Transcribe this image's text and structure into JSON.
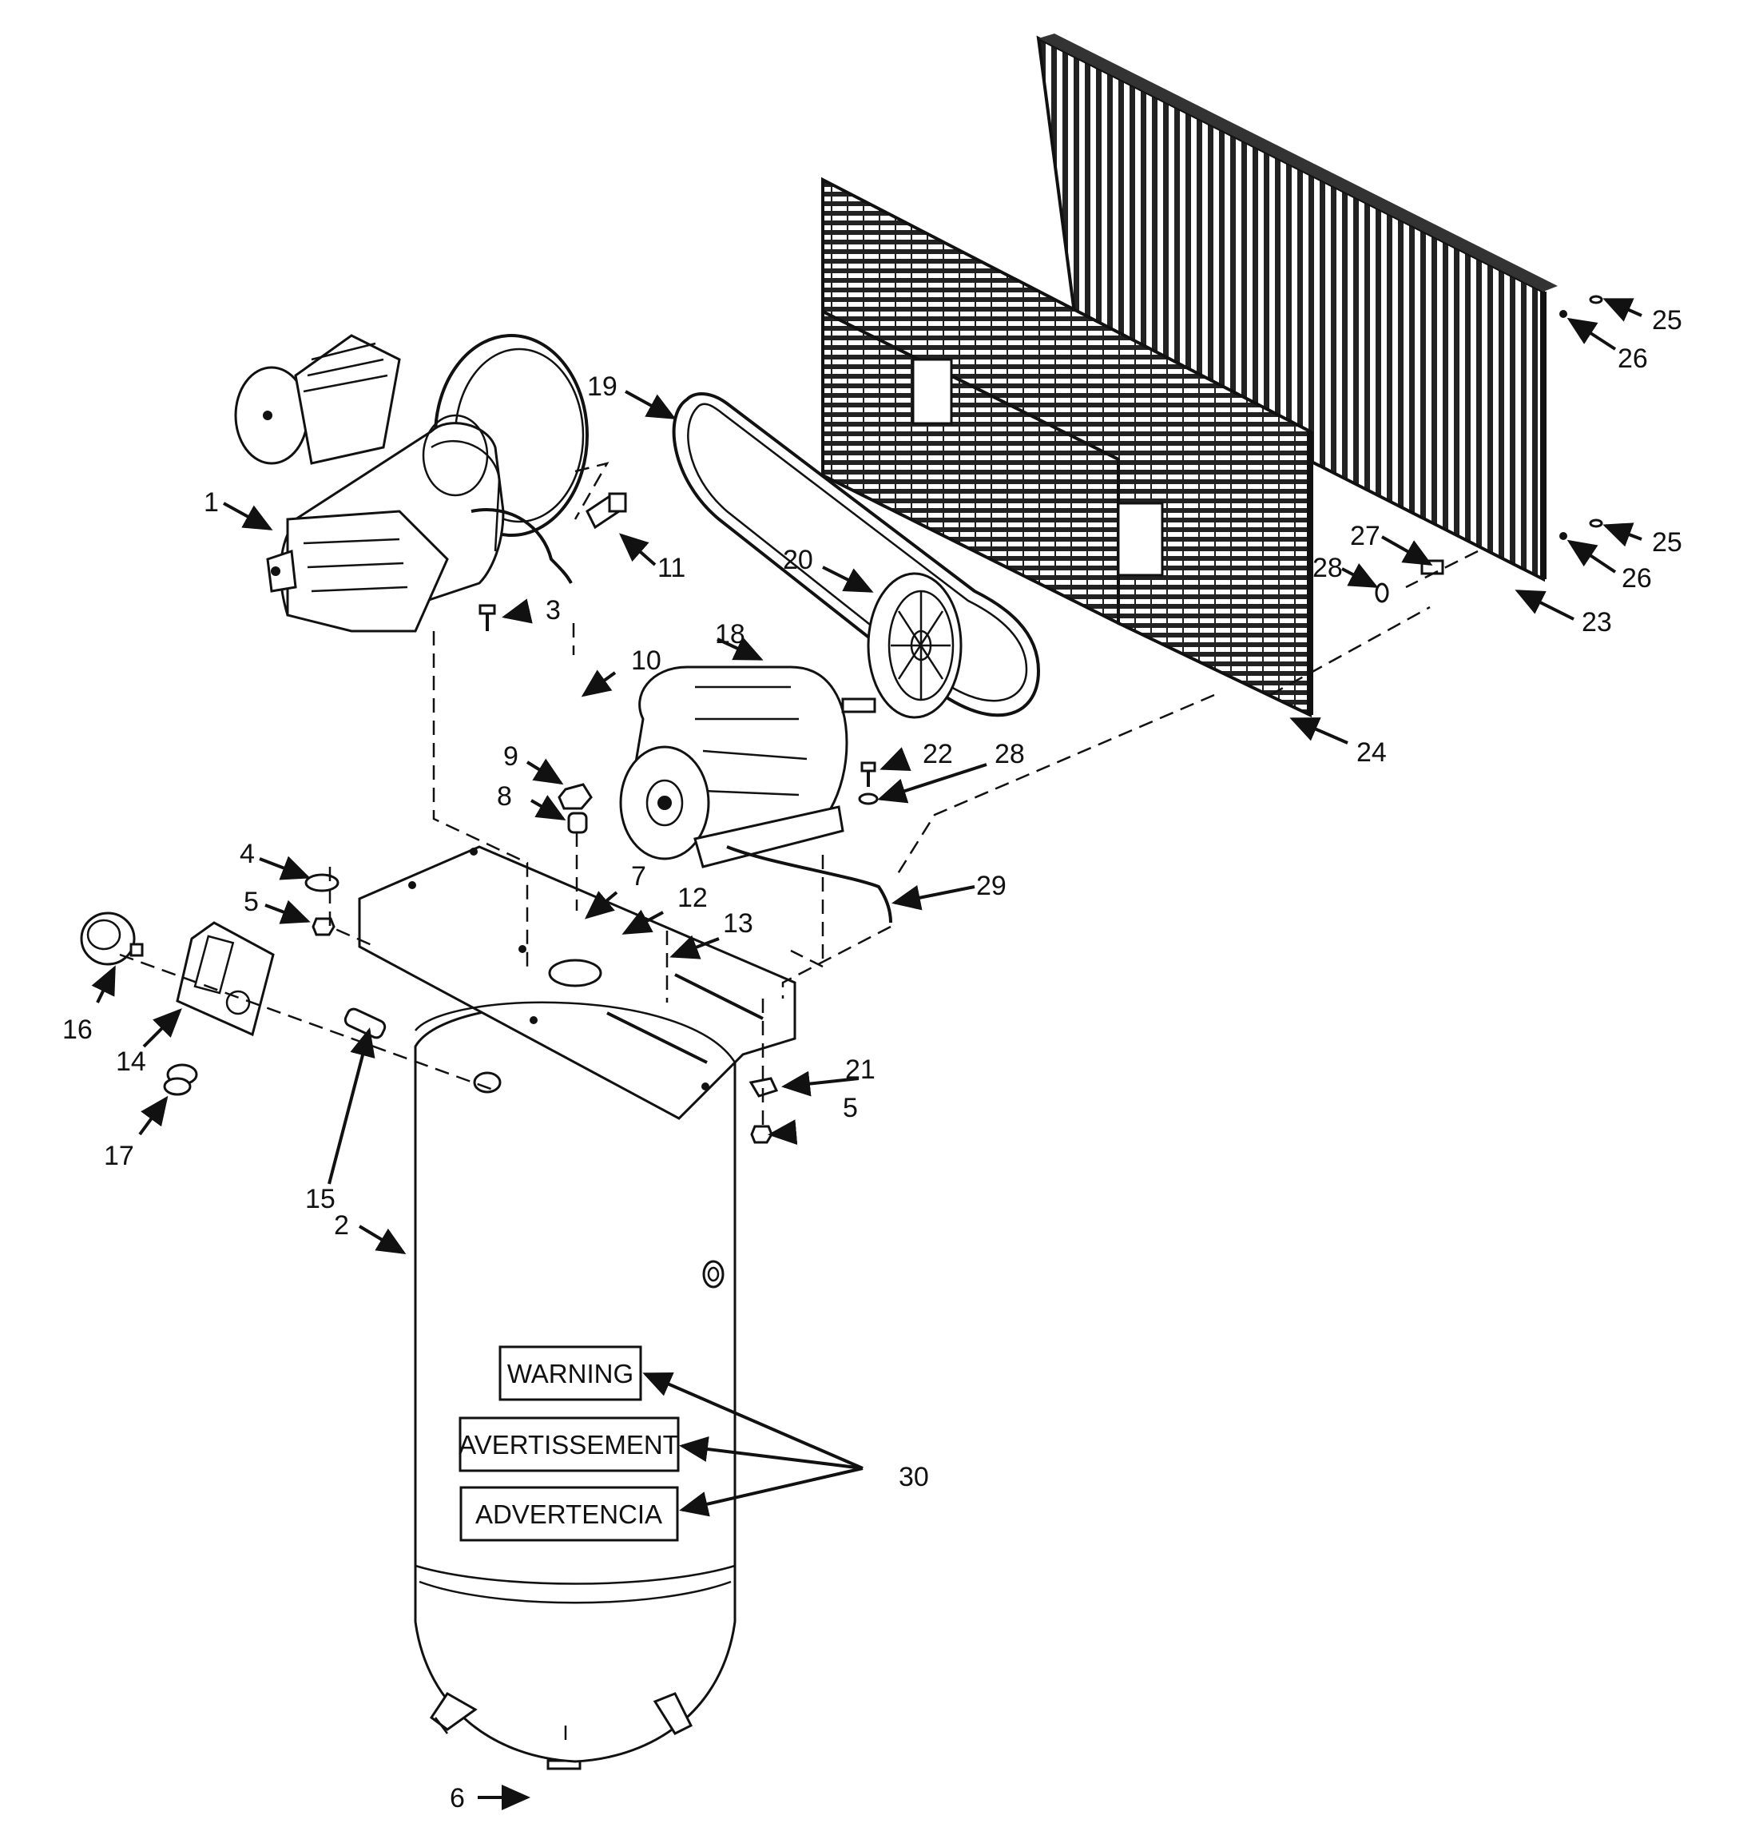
{
  "callouts": [
    {
      "id": "c1",
      "text": "1"
    },
    {
      "id": "c2",
      "text": "2"
    },
    {
      "id": "c3",
      "text": "3"
    },
    {
      "id": "c4",
      "text": "4"
    },
    {
      "id": "c5a",
      "text": "5"
    },
    {
      "id": "c5b",
      "text": "5"
    },
    {
      "id": "c6",
      "text": "6"
    },
    {
      "id": "c7",
      "text": "7"
    },
    {
      "id": "c8",
      "text": "8"
    },
    {
      "id": "c9",
      "text": "9"
    },
    {
      "id": "c10",
      "text": "10"
    },
    {
      "id": "c11",
      "text": "11"
    },
    {
      "id": "c12",
      "text": "12"
    },
    {
      "id": "c13",
      "text": "13"
    },
    {
      "id": "c14",
      "text": "14"
    },
    {
      "id": "c15",
      "text": "15"
    },
    {
      "id": "c16",
      "text": "16"
    },
    {
      "id": "c17",
      "text": "17"
    },
    {
      "id": "c18",
      "text": "18"
    },
    {
      "id": "c19",
      "text": "19"
    },
    {
      "id": "c20",
      "text": "20"
    },
    {
      "id": "c21",
      "text": "21"
    },
    {
      "id": "c22",
      "text": "22"
    },
    {
      "id": "c23",
      "text": "23"
    },
    {
      "id": "c24",
      "text": "24"
    },
    {
      "id": "c25a",
      "text": "25"
    },
    {
      "id": "c25b",
      "text": "25"
    },
    {
      "id": "c26a",
      "text": "26"
    },
    {
      "id": "c26b",
      "text": "26"
    },
    {
      "id": "c27",
      "text": "27"
    },
    {
      "id": "c28a",
      "text": "28"
    },
    {
      "id": "c28b",
      "text": "28"
    },
    {
      "id": "c29",
      "text": "29"
    },
    {
      "id": "c30",
      "text": "30"
    }
  ],
  "labels": {
    "warning": "WARNING",
    "avertissement": "AVERTISSEMENT",
    "advertencia": "ADVERTENCIA"
  }
}
